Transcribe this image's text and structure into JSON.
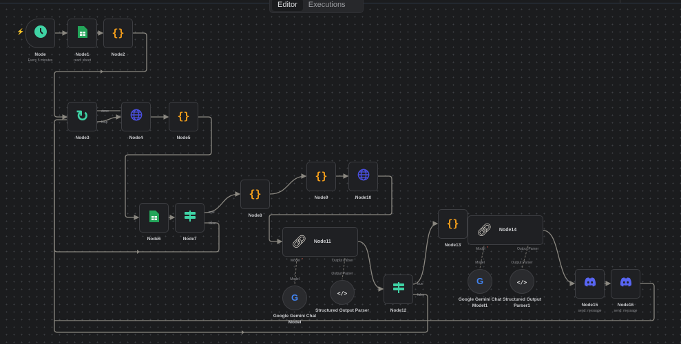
{
  "tabs": [
    {
      "label": "Editor",
      "active": true
    },
    {
      "label": "Executions",
      "active": false
    }
  ],
  "colors": {
    "accent_green": "#3fd3a5",
    "braces": "#f59f1b",
    "globe": "#4a4fe0",
    "discord": "#5865f2",
    "edge": "#8a8780",
    "sheet": "#23a55a"
  },
  "nodes": [
    {
      "label": "Node",
      "subtitle": "Every 5 minutes",
      "icon": "clock-icon",
      "trigger": true
    },
    {
      "label": "Node1",
      "subtitle": "read: sheet",
      "icon": "google-sheets-icon"
    },
    {
      "label": "Node2",
      "icon": "code-braces-icon"
    },
    {
      "label": "Node3",
      "icon": "loop-icon",
      "ports": [
        "done",
        "loop"
      ]
    },
    {
      "label": "Node4",
      "icon": "globe-icon"
    },
    {
      "label": "Node5",
      "icon": "code-braces-icon"
    },
    {
      "label": "Node6",
      "icon": "google-sheets-icon"
    },
    {
      "label": "Node7",
      "icon": "if-signpost-icon",
      "ports": [
        "true",
        "false"
      ]
    },
    {
      "label": "Node8",
      "icon": "code-braces-icon"
    },
    {
      "label": "Node9",
      "icon": "code-braces-icon"
    },
    {
      "label": "Node10",
      "icon": "globe-icon"
    },
    {
      "label": "Node11",
      "icon": "chain-link-icon",
      "wide": true,
      "ports": [
        "Model",
        "Output Parser"
      ],
      "required": "*"
    },
    {
      "label": "Google Gemini Chat Model",
      "icon": "google-icon",
      "circle": true,
      "ports": [
        "Model"
      ]
    },
    {
      "label": "Structured Output Parser",
      "icon": "code-tag-icon",
      "circle": true,
      "ports": [
        "Output Parser"
      ]
    },
    {
      "label": "Node12",
      "icon": "if-signpost-icon",
      "ports": [
        "true",
        "false"
      ]
    },
    {
      "label": "Node13",
      "icon": "code-braces-icon"
    },
    {
      "label": "Node14",
      "icon": "chain-link-icon",
      "wide": true,
      "ports": [
        "Model",
        "Output Parser"
      ],
      "required": "*"
    },
    {
      "label": "Google Gemini Chat Model1",
      "icon": "google-icon",
      "circle": true,
      "ports": [
        "Model"
      ]
    },
    {
      "label": "Structured Output Parser1",
      "icon": "code-tag-icon",
      "circle": true,
      "ports": [
        "Output Parser"
      ]
    },
    {
      "label": "Node15",
      "subtitle": "send: message",
      "icon": "discord-icon"
    },
    {
      "label": "Node16",
      "subtitle": "send: message",
      "icon": "discord-icon"
    }
  ]
}
